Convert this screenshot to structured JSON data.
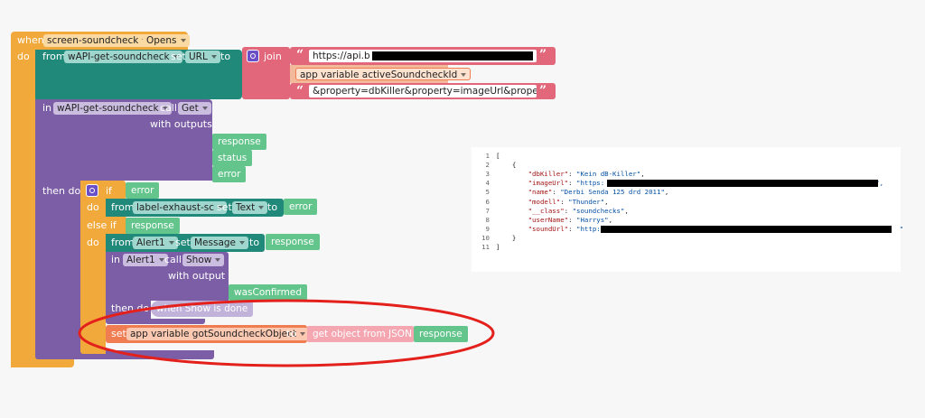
{
  "event": {
    "when_label": "when",
    "component": "screen-soundcheck",
    "event_name": "Opens",
    "do_label": "do"
  },
  "set_url": {
    "from_label": "from",
    "component": "wAPI-get-soundcheck",
    "set_label": "set",
    "property": "URL",
    "to_label": "to"
  },
  "join": {
    "label": "join",
    "part1_text": "https://api.b",
    "part2_variable": "app variable activeSoundcheckId",
    "part3_text": "&property=dbKiller&property=imageUrl&property=s..."
  },
  "call_get": {
    "in_label": "in",
    "component": "wAPI-get-soundcheck",
    "call_label": "call",
    "method": "Get",
    "with_outputs_label": "with outputs",
    "outputs": [
      "response",
      "status",
      "error"
    ],
    "then_do_label": "then do"
  },
  "if_block": {
    "if_label": "if",
    "condition": "error",
    "do_label": "do",
    "from_label": "from",
    "label_component": "label-exhaust-sc",
    "set_label": "set",
    "label_property": "Text",
    "to_label": "to",
    "label_value": "error",
    "else_if_label": "else if",
    "else_condition": "response",
    "do2_label": "do",
    "alert_from_label": "from",
    "alert_component": "Alert1",
    "alert_set_label": "set",
    "alert_property": "Message",
    "alert_to_label": "to",
    "alert_value": "response",
    "show_in_label": "in",
    "show_component": "Alert1",
    "show_call_label": "call",
    "show_method": "Show",
    "with_output_label": "with output",
    "show_output": "wasConfirmed",
    "show_then_do_label": "then do",
    "show_event": "when Show is done",
    "set_label2": "set",
    "set_variable": "app variable gotSoundcheckObject",
    "set_to_label": "to",
    "json_func": "get object from JSON",
    "json_arg": "response"
  },
  "json_panel": {
    "line_numbers": [
      "1",
      "2",
      "3",
      "4",
      "5",
      "6",
      "7",
      "8",
      "9",
      "10",
      "11"
    ],
    "lines": [
      {
        "indent": "",
        "key": "",
        "value": "[",
        "comma": ""
      },
      {
        "indent": "    ",
        "key": "",
        "value": "{",
        "comma": ""
      },
      {
        "indent": "        ",
        "key": "\"dbKiller\"",
        "value": "\"Kein dB-Killer\"",
        "comma": ","
      },
      {
        "indent": "        ",
        "key": "\"imageUrl\"",
        "value": "\"https:",
        "comma": "\","
      },
      {
        "indent": "        ",
        "key": "\"name\"",
        "value": "\"Derbi Senda 125 drd 2011\"",
        "comma": ","
      },
      {
        "indent": "        ",
        "key": "\"modell\"",
        "value": "\"Thunder\"",
        "comma": ","
      },
      {
        "indent": "        ",
        "key": "\"__class\"",
        "value": "\"soundchecks\"",
        "comma": ","
      },
      {
        "indent": "        ",
        "key": "\"userName\"",
        "value": "\"Harrys\"",
        "comma": ","
      },
      {
        "indent": "        ",
        "key": "\"soundUrl\"",
        "value": "\"http://",
        "comma": "\""
      },
      {
        "indent": "    ",
        "key": "",
        "value": "}",
        "comma": ""
      },
      {
        "indent": "",
        "key": "",
        "value": "]",
        "comma": ""
      }
    ]
  },
  "colors": {
    "event_orange": "#f2a93b",
    "component_teal": "#21897a",
    "component_purple": "#7b5ea6",
    "text_pink": "#e2677a",
    "variable_orange": "#f07c52",
    "output_green": "#63c58c",
    "highlight_red": "#e3201b"
  }
}
